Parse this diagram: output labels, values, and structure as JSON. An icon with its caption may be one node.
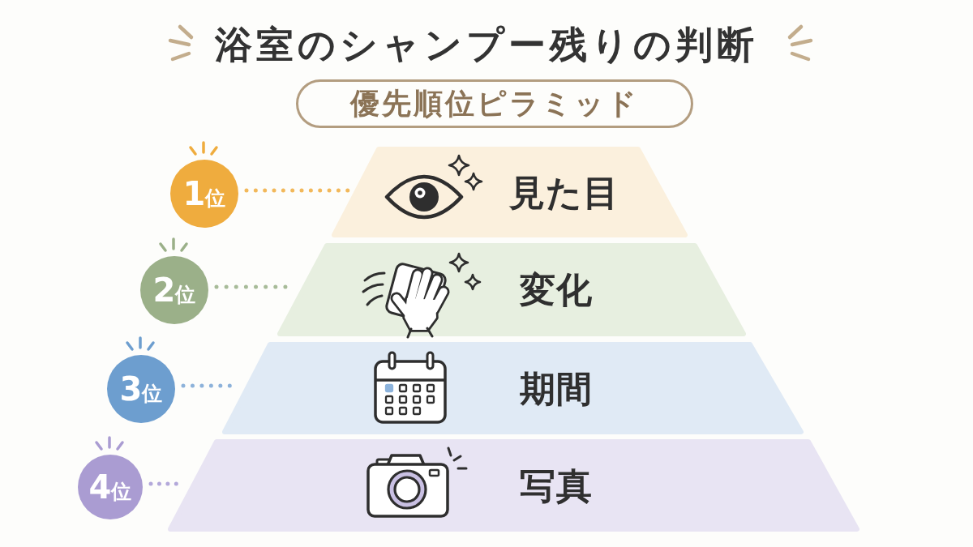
{
  "diagram": {
    "title": "浴室のシャンプー残りの判断",
    "nodes": [
      {
        "text": [
          "優先順位ピラミッド"
        ]
      },
      {
        "text": [
          "1位"
        ]
      },
      {
        "text": [
          "見た目"
        ]
      },
      {
        "text": [
          "2位"
        ]
      },
      {
        "text": [
          "変化"
        ]
      },
      {
        "text": [
          "3位"
        ]
      },
      {
        "text": [
          "期間"
        ]
      },
      {
        "text": [
          "4位"
        ]
      },
      {
        "text": [
          "写真"
        ]
      }
    ],
    "edges": [
      {
        "from": 1,
        "to": 2,
        "arrow": "none",
        "style": "dashed",
        "color": "#f2b85a"
      },
      {
        "from": 3,
        "to": 4,
        "arrow": "none",
        "style": "dashed",
        "color": "#a7bb98"
      },
      {
        "from": 5,
        "to": 6,
        "arrow": "none",
        "style": "dashed",
        "color": "#8db2da"
      },
      {
        "from": 7,
        "to": 8,
        "arrow": "none",
        "style": "dashed",
        "color": "#b3a8da"
      }
    ]
  }
}
